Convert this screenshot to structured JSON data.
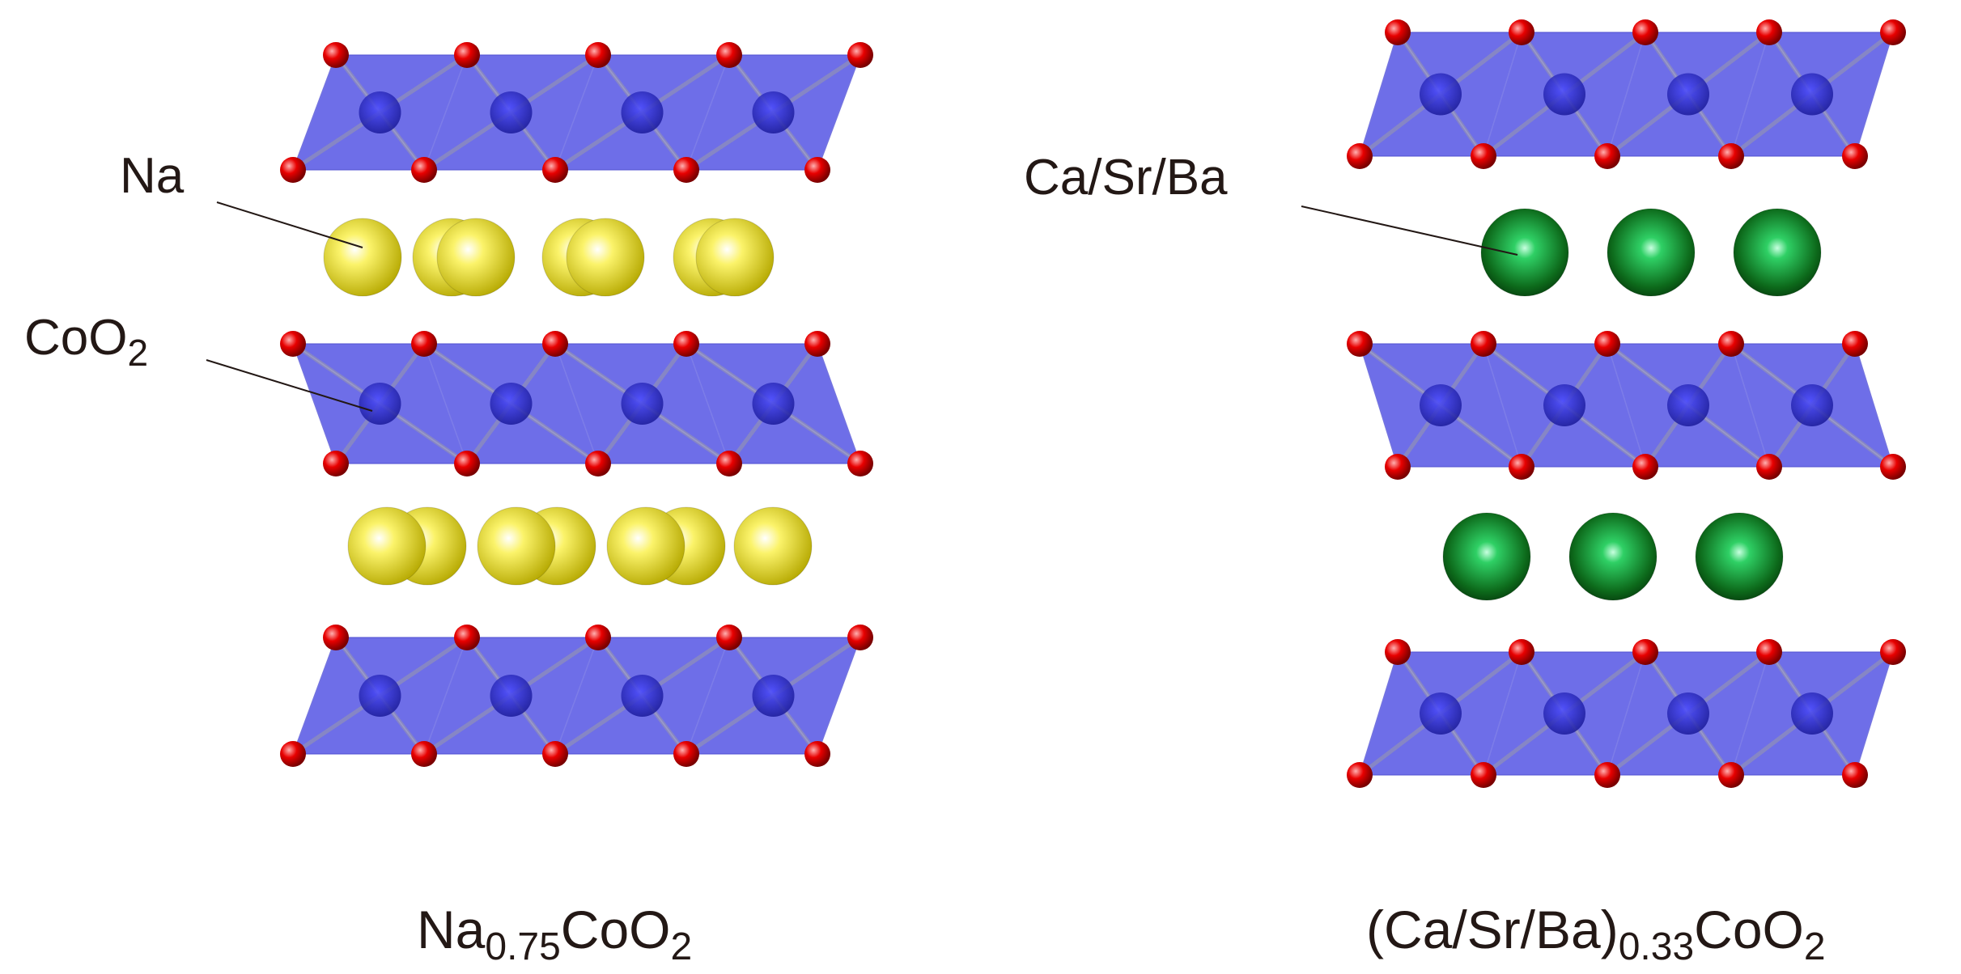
{
  "structures": [
    {
      "id": "left",
      "formula": {
        "base": "Na",
        "subscript": "0.75",
        "rest": "CoO",
        "rest_subscript": "2"
      },
      "layer_label": {
        "base": "CoO",
        "subscript": "2"
      },
      "cation_label": "Na",
      "layers": 3,
      "octahedra_per_layer": 4,
      "cation_layers": [
        {
          "count": 7
        },
        {
          "count": 7
        }
      ]
    },
    {
      "id": "right",
      "formula": {
        "base": "(Ca/Sr/Ba)",
        "subscript": "0.33",
        "rest": "CoO",
        "rest_subscript": "2"
      },
      "cation_label": "Ca/Sr/Ba",
      "layers": 3,
      "octahedra_per_layer": 4,
      "cation_layers": [
        {
          "count": 3
        },
        {
          "count": 3
        }
      ]
    }
  ],
  "colors": {
    "octahedron": "#6262e6",
    "cobalt": "#3030c8",
    "oxygen": "#e60000",
    "sodium": "#f2e800",
    "alkaline_earth": "#0f7a1e",
    "bond": "#9a9aa8",
    "text": "#231815"
  }
}
